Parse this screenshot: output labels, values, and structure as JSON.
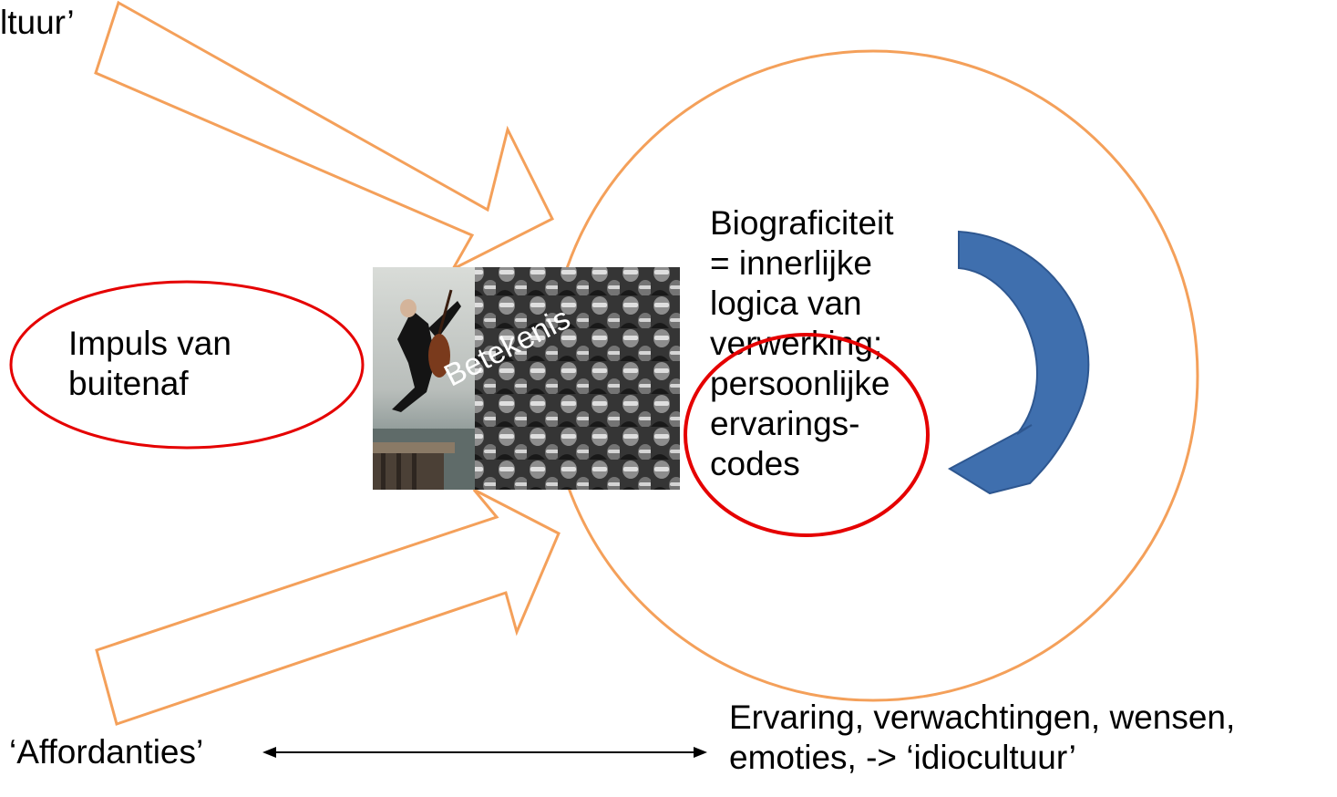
{
  "labels": {
    "top_left_fragment": "ltuur’",
    "impuls": [
      "Impuls van",
      "buitenaf"
    ],
    "biograficiteit": [
      "Biograficiteit",
      "= innerlijke",
      "logica van",
      "verwerking;",
      "persoonlijke",
      "ervarings-",
      "codes"
    ],
    "betekenis": "Betekenis",
    "affordanties": "‘Affordanties’",
    "ervaring": [
      "Ervaring, verwachtingen, wensen,",
      "emoties, -> ‘idiocultuur’"
    ]
  },
  "colors": {
    "orange": "#f4a05a",
    "red": "#e50000",
    "blue_arrow": "#3f6fae",
    "blue_arrow_dark": "#2e5790"
  },
  "icons": {
    "curved_arrow": "curved-arrow-icon",
    "double_arrow": "double-headed-arrow-icon"
  }
}
